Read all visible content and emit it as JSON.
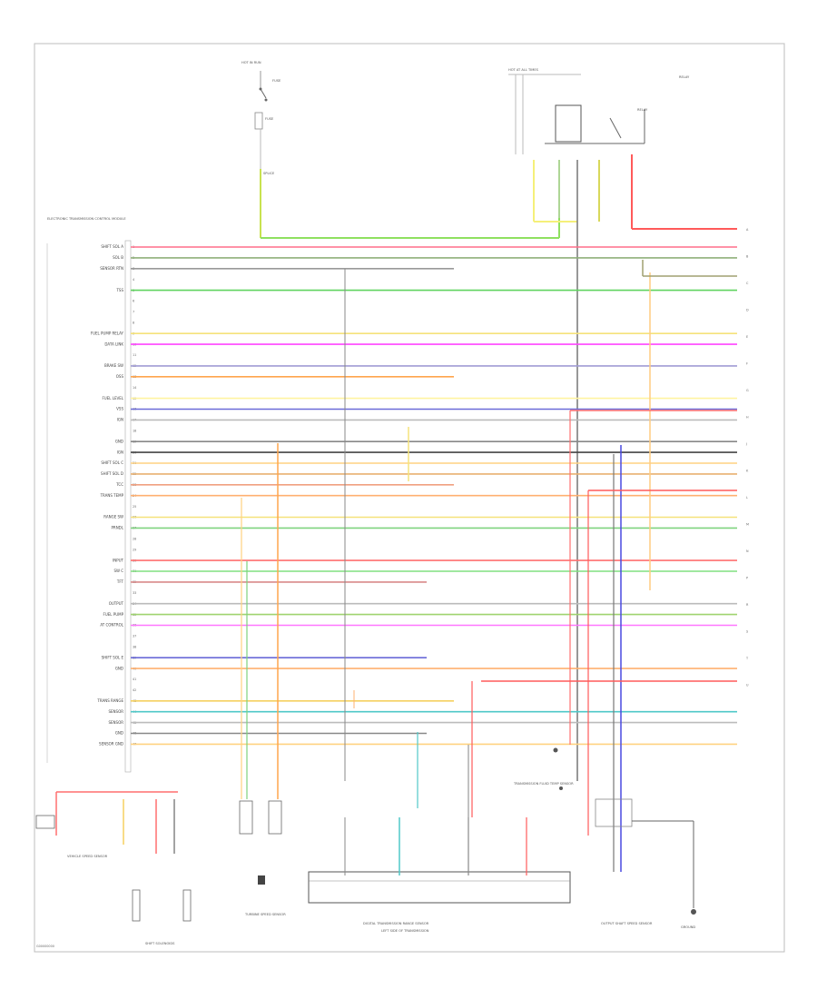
{
  "footer_code": "G00000000",
  "connector_labels": {
    "hot_at_all_times": "HOT AT ALL TIMES",
    "hot_in_run": "HOT IN RUN",
    "pcm_title": "ELECTRONIC TRANSMISSION CONTROL MODULE",
    "sensor_cluster_label": "DIGITAL TRANSMISSION RANGE SENSOR",
    "sensor_cluster_sub": "LEFT SIDE OF TRANSMISSION",
    "shift_solenoid_label": "SHIFT SOLENOIDS",
    "vss_label": "VEHICLE SPEED SENSOR",
    "tss_label": "TURBINE SPEED SENSOR",
    "oss_label": "OUTPUT SHAFT SPEED SENSOR",
    "tft_label": "TRANSMISSION FLUID TEMP SENSOR",
    "ground_label": "GROUND",
    "fuse_label": "FUSE",
    "relay_label": "RELAY",
    "splice_label": "SPLICE"
  },
  "pcm_pins": [
    {
      "label": "SHIFT SOL A",
      "color": "#ff6f8a"
    },
    {
      "label": "SOL B",
      "color": "#8fb07a"
    },
    {
      "label": "SENSOR RTN",
      "color": "#999999"
    },
    {
      "label": "",
      "color": "#ffffff"
    },
    {
      "label": "TSS",
      "color": "#5fd35f"
    },
    {
      "label": "",
      "color": "#ffffff"
    },
    {
      "label": "",
      "color": "#ffffff"
    },
    {
      "label": "",
      "color": "#ffffff"
    },
    {
      "label": "FUEL PUMP RELAY",
      "color": "#f5e27a"
    },
    {
      "label": "DATA LINK",
      "color": "#ff44ff"
    },
    {
      "label": "",
      "color": "#ffffff"
    },
    {
      "label": "BRAKE SW",
      "color": "#a19cd4"
    },
    {
      "label": "OSS",
      "color": "#ffa54d"
    },
    {
      "label": "",
      "color": "#ffffff"
    },
    {
      "label": "FUEL LEVEL",
      "color": "#fff4a0"
    },
    {
      "label": "VSS",
      "color": "#6a6ad8"
    },
    {
      "label": "IGN",
      "color": "#bbbbbb"
    },
    {
      "label": "",
      "color": "#ffffff"
    },
    {
      "label": "GND",
      "color": "#888888"
    },
    {
      "label": "IGN",
      "color": "#444444"
    },
    {
      "label": "SHIFT SOL C",
      "color": "#ffd280"
    },
    {
      "label": "SHIFT SOL D",
      "color": "#e8b070"
    },
    {
      "label": "TCC",
      "color": "#f0a080"
    },
    {
      "label": "TRANS TEMP",
      "color": "#ffb070"
    },
    {
      "label": "",
      "color": "#ffffff"
    },
    {
      "label": "RANGE SW",
      "color": "#f5e27a"
    },
    {
      "label": "PRNDL",
      "color": "#7fd37f"
    },
    {
      "label": "",
      "color": "#ffffff"
    },
    {
      "label": "",
      "color": "#ffffff"
    },
    {
      "label": "INPUT",
      "color": "#ff7070"
    },
    {
      "label": "SW C",
      "color": "#80e080"
    },
    {
      "label": "TFT",
      "color": "#d98a8a"
    },
    {
      "label": "",
      "color": "#ffffff"
    },
    {
      "label": "OUTPUT",
      "color": "#bbbbbb"
    },
    {
      "label": "FUEL PUMP",
      "color": "#9fd36f"
    },
    {
      "label": "AT CONTROL",
      "color": "#ff77ff"
    },
    {
      "label": "",
      "color": "#ffffff"
    },
    {
      "label": "",
      "color": "#ffffff"
    },
    {
      "label": "SHIFT SOL E",
      "color": "#6a6ad8"
    },
    {
      "label": "GND",
      "color": "#ffb070"
    },
    {
      "label": "",
      "color": "#ffffff"
    },
    {
      "label": "",
      "color": "#ffffff"
    },
    {
      "label": "TRANS RANGE",
      "color": "#f5d060"
    },
    {
      "label": "SENSOR",
      "color": "#4fc8c8"
    },
    {
      "label": "SENSOR",
      "color": "#bbbbbb"
    },
    {
      "label": "GND",
      "color": "#888888"
    },
    {
      "label": "SENSOR GND",
      "color": "#ffd280"
    }
  ],
  "right_tags": [
    "A",
    "B",
    "C",
    "D",
    "E",
    "F",
    "G",
    "H",
    "J",
    "K",
    "L",
    "M",
    "N",
    "P",
    "R",
    "S",
    "T",
    "U"
  ]
}
